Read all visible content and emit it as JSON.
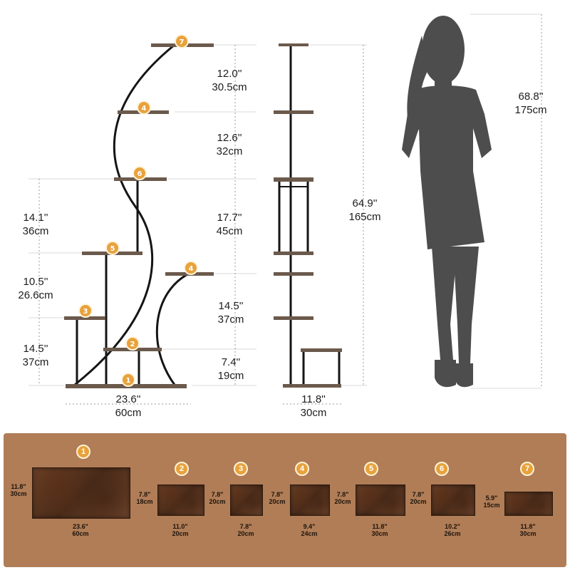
{
  "front_view": {
    "height_labels": [
      {
        "in": "12.0''",
        "cm": "30.5cm"
      },
      {
        "in": "12.6''",
        "cm": "32cm"
      },
      {
        "in": "17.7''",
        "cm": "45cm"
      },
      {
        "in": "14.5''",
        "cm": "37cm"
      },
      {
        "in": "7.4''",
        "cm": "19cm"
      }
    ],
    "left_labels": [
      {
        "in": "14.1''",
        "cm": "36cm"
      },
      {
        "in": "10.5''",
        "cm": "26.6cm"
      },
      {
        "in": "14.5''",
        "cm": "37cm"
      }
    ],
    "width_label": {
      "in": "23.6''",
      "cm": "60cm"
    },
    "shelf_badges": [
      "7",
      "4",
      "6",
      "5",
      "4",
      "3",
      "2",
      "1"
    ]
  },
  "side_view": {
    "height_label": {
      "in": "64.9''",
      "cm": "165cm"
    },
    "depth_label": {
      "in": "11.8''",
      "cm": "30cm"
    }
  },
  "person": {
    "height_label": {
      "in": "68.8''",
      "cm": "175cm"
    }
  },
  "colors": {
    "frame": "#151515",
    "wood": "#6b5a4c",
    "badge": "#e8a23c",
    "panel": "#b07d57",
    "silhouette": "#4d4d4d"
  },
  "shelf_panel": {
    "shelves": [
      {
        "badge": "1",
        "height_in": "11.8\"",
        "height_cm": "30cm",
        "width_in": "23.6\"",
        "width_cm": "60cm"
      },
      {
        "badge": "2",
        "height_in": "7.8\"",
        "height_cm": "18cm",
        "width_in": "11.0\"",
        "width_cm": "20cm"
      },
      {
        "badge": "3",
        "height_in": "7.8\"",
        "height_cm": "20cm",
        "width_in": "7.8\"",
        "width_cm": "20cm"
      },
      {
        "badge": "4",
        "height_in": "7.8\"",
        "height_cm": "20cm",
        "width_in": "9.4\"",
        "width_cm": "24cm"
      },
      {
        "badge": "5",
        "height_in": "7.8\"",
        "height_cm": "20cm",
        "width_in": "11.8\"",
        "width_cm": "30cm"
      },
      {
        "badge": "6",
        "height_in": "7.8\"",
        "height_cm": "20cm",
        "width_in": "10.2\"",
        "width_cm": "26cm"
      },
      {
        "badge": "7",
        "height_in": "5.9\"",
        "height_cm": "15cm",
        "width_in": "11.8\"",
        "width_cm": "30cm"
      }
    ]
  }
}
